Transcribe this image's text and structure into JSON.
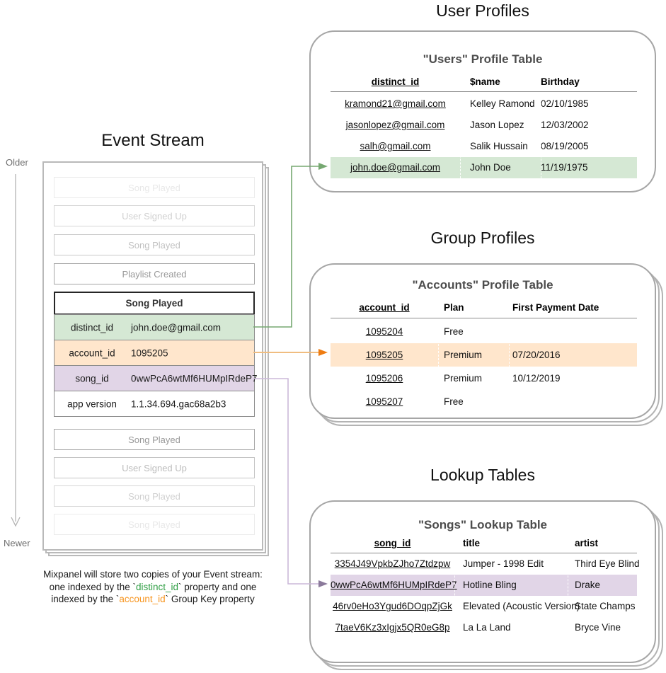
{
  "colors": {
    "green_fill": "#d5e8d4",
    "green_line": "#76a871",
    "orange_fill": "#ffe6cc",
    "orange_line": "#f0bd80",
    "orange_head": "#ee7c12",
    "purple_fill": "#e1d5e7",
    "purple_line": "#cbb9d9",
    "purple_head": "#8b7a9b",
    "note_green": "#2f9e44",
    "note_orange": "#f7941d"
  },
  "event_stream": {
    "title": "Event Stream",
    "older_label": "Older",
    "newer_label": "Newer",
    "events_before": [
      "Song Played",
      "User Signed Up",
      "Song Played",
      "Playlist Created"
    ],
    "expanded": {
      "title": "Song Played",
      "properties": [
        {
          "key": "distinct_id",
          "value": "john.doe@gmail.com"
        },
        {
          "key": "account_id",
          "value": "1095205"
        },
        {
          "key": "song_id",
          "value": "0wwPcA6wtMf6HUMpIRdeP7"
        },
        {
          "key": "app version",
          "value": "1.1.34.694.gac68a2b3"
        }
      ]
    },
    "events_after": [
      "Song Played",
      "User Signed Up",
      "Song Played",
      "Song Played"
    ]
  },
  "user_profiles": {
    "section_title": "User Profiles",
    "card_title": "\"Users\" Profile Table",
    "columns": [
      "distinct_id",
      "$name",
      "Birthday"
    ],
    "rows": [
      [
        "kramond21@gmail.com",
        "Kelley Ramond",
        "02/10/1985"
      ],
      [
        "jasonlopez@gmail.com",
        "Jason Lopez",
        "12/03/2002"
      ],
      [
        "salh@gmail.com",
        "Salik Hussain",
        "08/19/2005"
      ],
      [
        "john.doe@gmail.com",
        "John Doe",
        "11/19/1975"
      ]
    ],
    "highlighted_row": 3
  },
  "group_profiles": {
    "section_title": "Group Profiles",
    "card_title": "\"Accounts\" Profile Table",
    "columns": [
      "account_id",
      "Plan",
      "First Payment Date"
    ],
    "rows": [
      [
        "1095204",
        "Free",
        ""
      ],
      [
        "1095205",
        "Premium",
        "07/20/2016"
      ],
      [
        "1095206",
        "Premium",
        "10/12/2019"
      ],
      [
        "1095207",
        "Free",
        ""
      ]
    ],
    "highlighted_row": 1
  },
  "lookup_tables": {
    "section_title": "Lookup Tables",
    "card_title": "\"Songs\" Lookup Table",
    "columns": [
      "song_id",
      "title",
      "artist"
    ],
    "rows": [
      [
        "3354J49VpkbZJho7Ztdzpw",
        "Jumper - 1998 Edit",
        "Third Eye Blind"
      ],
      [
        "0wwPcA6wtMf6HUMpIRdeP7",
        "Hotline Bling",
        "Drake"
      ],
      [
        "46rv0eHo3Ygud6DOqpZjGk",
        "Elevated (Acoustic Version)",
        "State Champs"
      ],
      [
        "7taeV6Kz3xIgjx5QR0eG8p",
        "La La Land",
        "Bryce Vine"
      ]
    ],
    "highlighted_row": 1
  },
  "note": {
    "line1": "Mixpanel will store two copies of your Event stream:",
    "line2_pre": "one indexed by the `",
    "line2_key": "distinct_id",
    "line2_post": "` property and one",
    "line3_pre": "indexed by the `",
    "line3_key": "account_id",
    "line3_post": "` Group Key property"
  }
}
